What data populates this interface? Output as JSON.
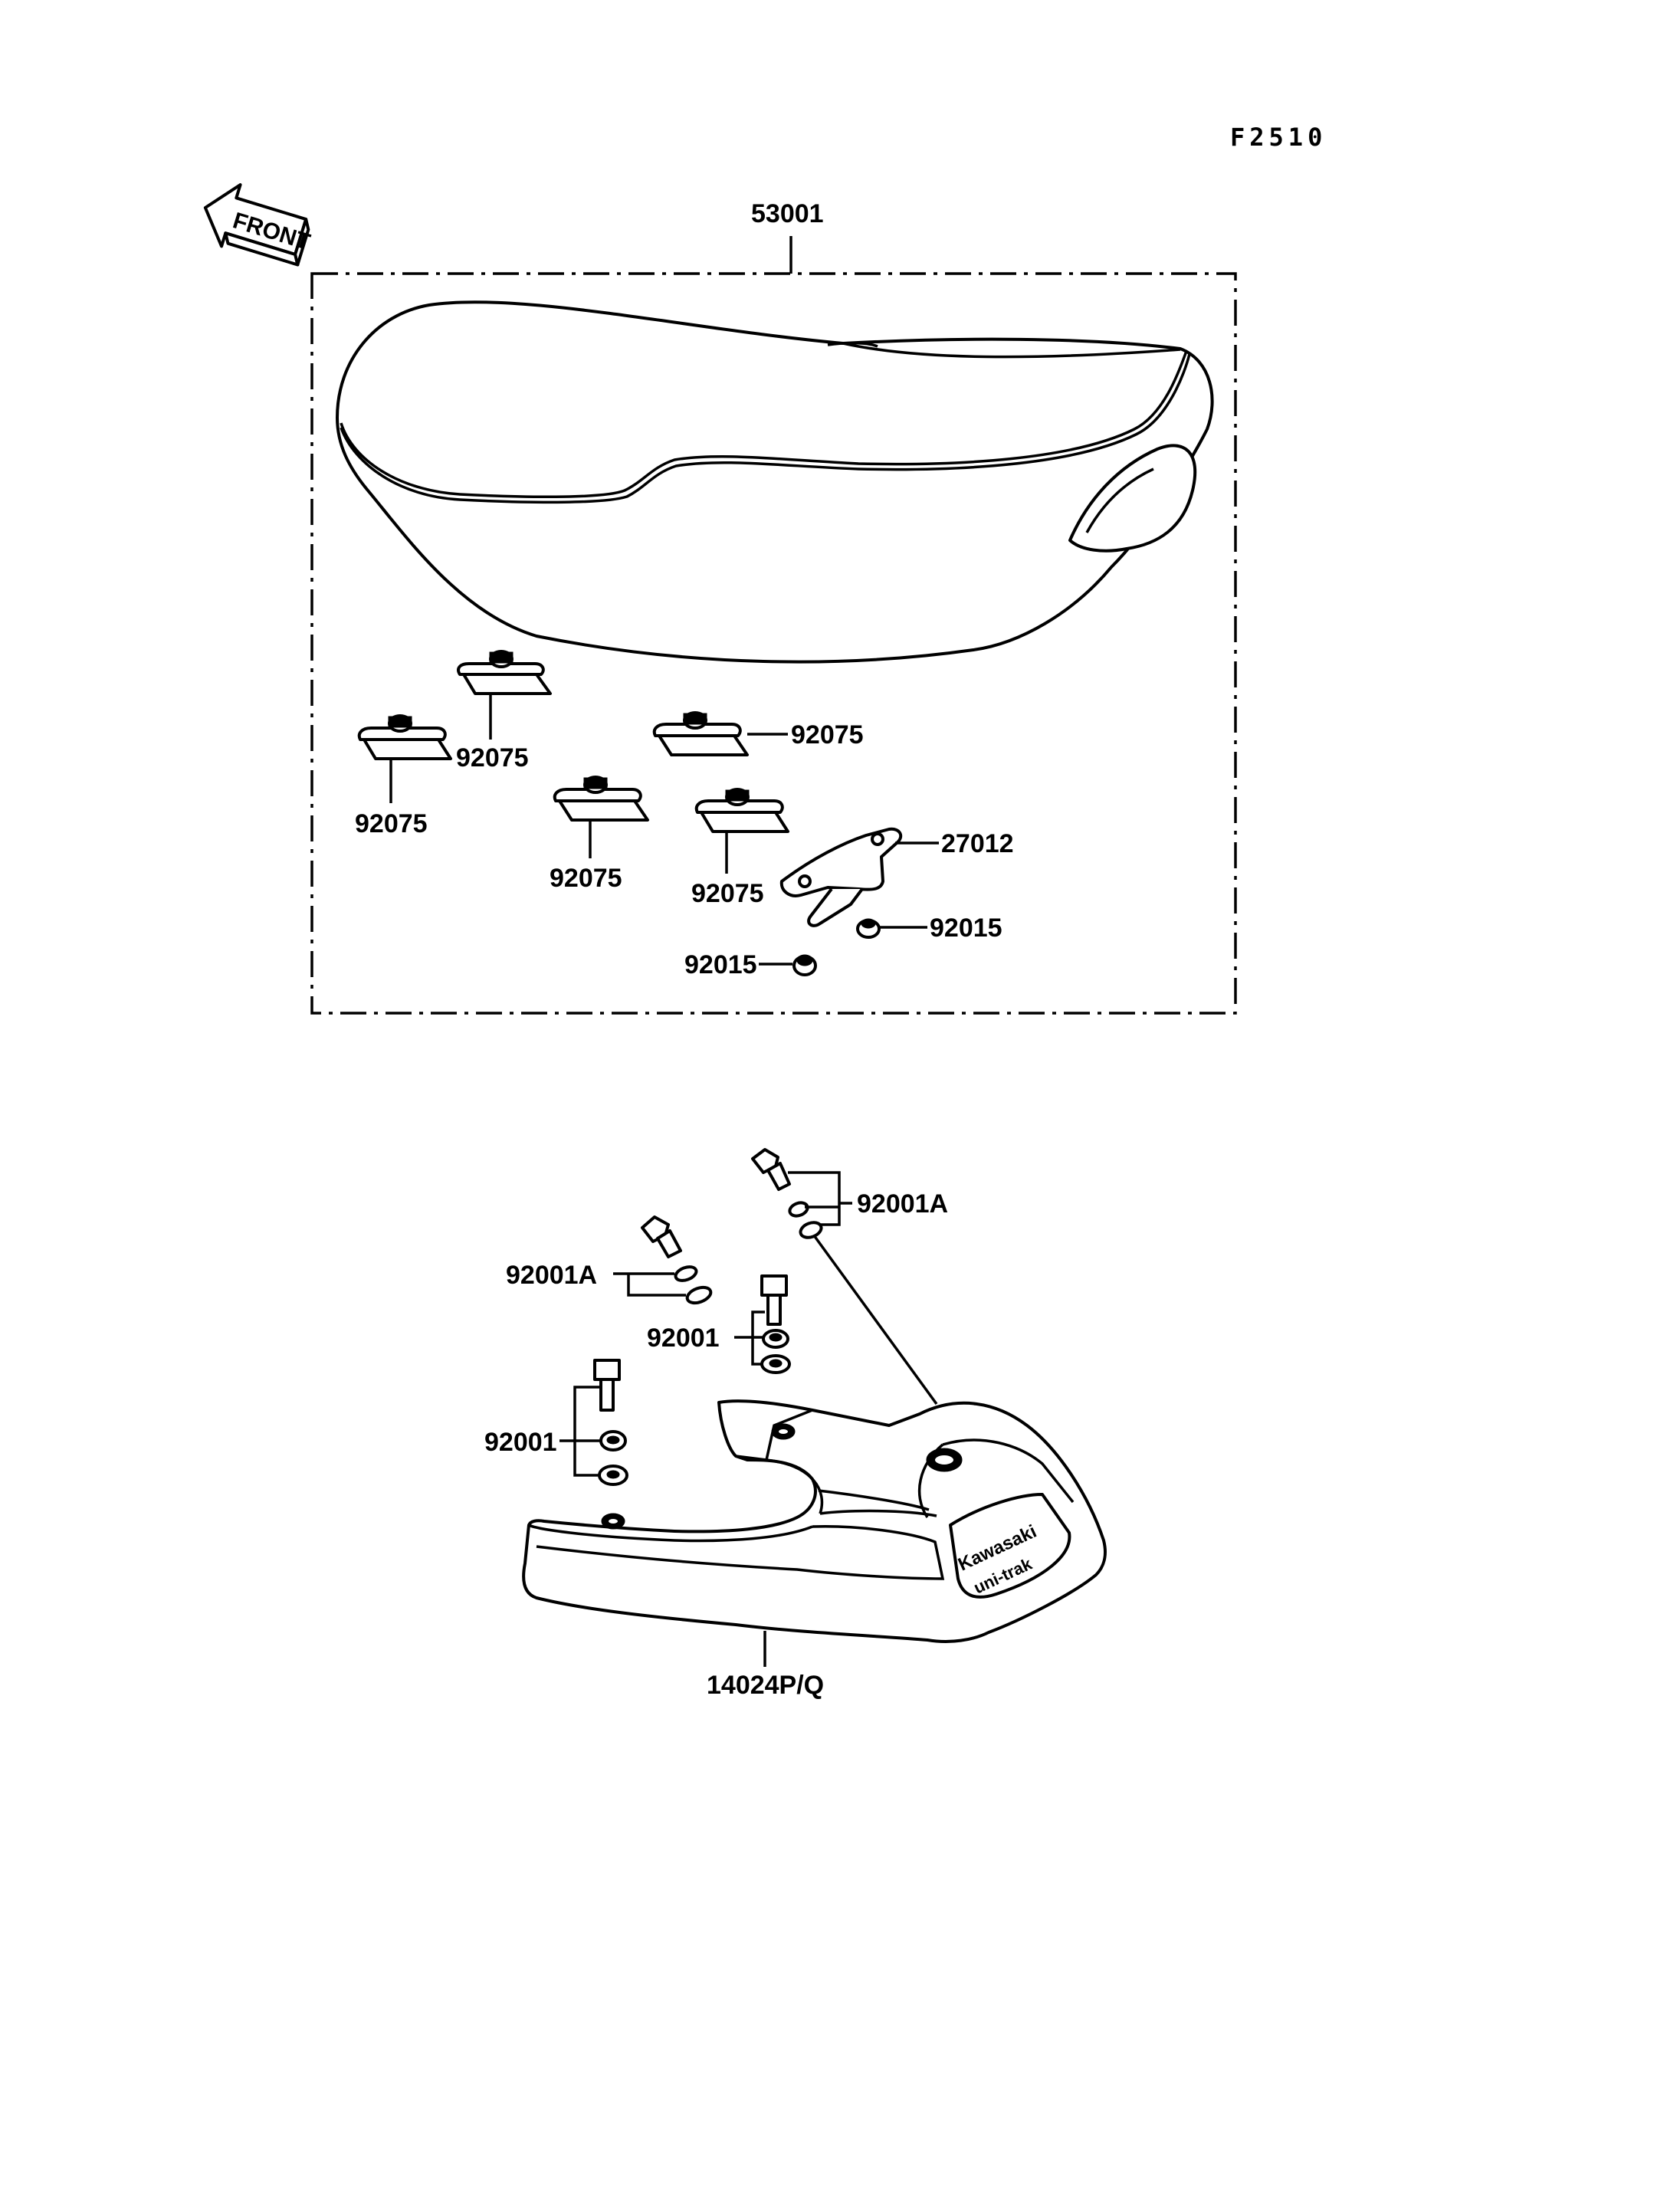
{
  "figure_code": "F2510",
  "front_arrow_label": "FRONT",
  "seat_group": {
    "seat_assembly": "53001",
    "damper_labels": [
      "92075",
      "92075",
      "92075",
      "92075",
      "92075"
    ],
    "bracket": "27012",
    "nut_right": "92015",
    "nut_left": "92015"
  },
  "grab_rail_group": {
    "bolt_set_upper_right": "92001A",
    "bolt_set_upper_left": "92001A",
    "bolt_set_middle": "92001",
    "bolt_set_lower": "92001",
    "grab_rail": "14024P/Q",
    "brand_text_line1": "Kawasaki",
    "brand_text_line2": "uni-trak"
  }
}
